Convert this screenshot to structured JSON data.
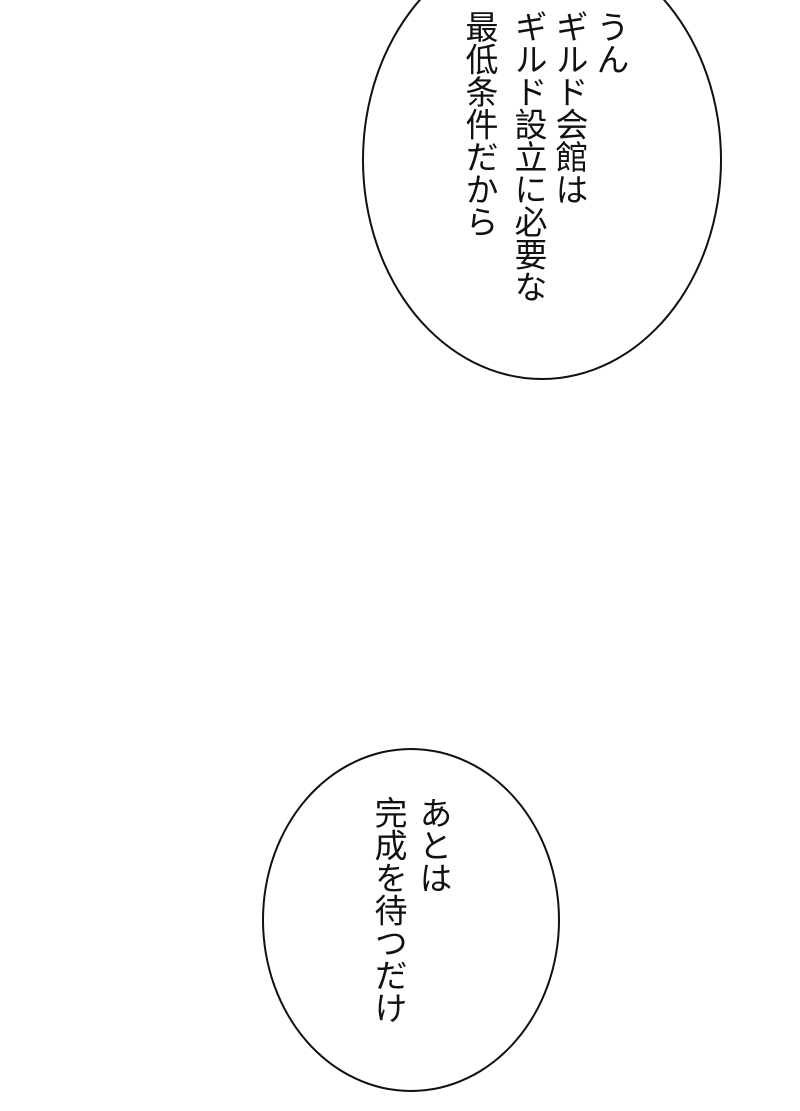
{
  "bubbles": [
    {
      "lines": [
        "うん",
        "ギルド会館は",
        "ギルド設立に必要な",
        "最低条件だから"
      ]
    },
    {
      "lines": [
        "あとは",
        "完成を待つだけ"
      ]
    }
  ],
  "colors": {
    "background": "#ffffff",
    "ink": "#111111"
  }
}
